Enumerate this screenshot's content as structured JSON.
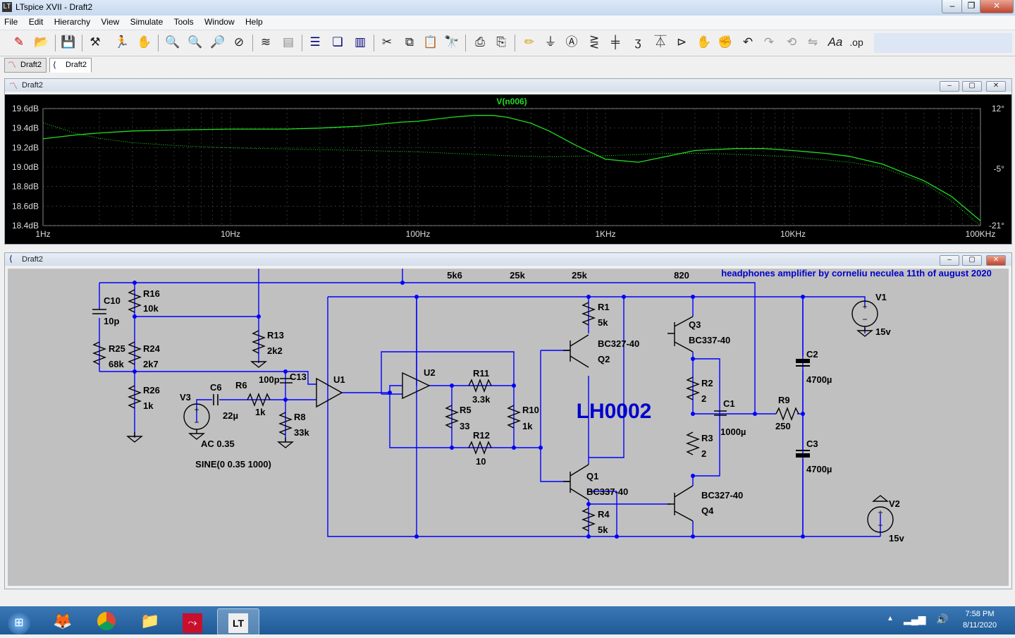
{
  "app": {
    "title": "LTspice XVII - Draft2"
  },
  "menu": [
    "File",
    "Edit",
    "Hierarchy",
    "View",
    "Simulate",
    "Tools",
    "Window",
    "Help"
  ],
  "toolbar_icons": [
    "new-schematic-icon",
    "open-icon",
    "save-icon",
    "control-panel-icon",
    "run-icon",
    "halt-icon",
    "zoom-in-icon",
    "zoom-full-icon",
    "zoom-out-icon",
    "zoom-cancel-icon",
    "autorange-icon",
    "plot-icon",
    "tile-horizontal-icon",
    "cascade-icon",
    "tile-vertical-icon",
    "cut-icon",
    "copy-icon",
    "paste-icon",
    "find-icon",
    "print-icon",
    "print-preview-icon",
    "wire-icon",
    "ground-icon",
    "label-net-icon",
    "resistor-icon",
    "capacitor-icon",
    "inductor-icon",
    "diode-icon",
    "component-icon",
    "move-icon",
    "drag-icon",
    "undo-icon",
    "redo-icon",
    "rotate-icon",
    "mirror-icon",
    "text-icon",
    "spice-directive-icon"
  ],
  "tabs": [
    {
      "label": "Draft2",
      "kind": "waveform"
    },
    {
      "label": "Draft2",
      "kind": "schematic"
    }
  ],
  "plot_window": {
    "title": "Draft2",
    "trace_label": "V(n006)",
    "trace_color": "#22dd22",
    "bg_color": "#000000"
  },
  "chart_data": {
    "type": "line",
    "title": "",
    "trace": "V(n006)",
    "x_scale": "log",
    "xlim": [
      1,
      100000
    ],
    "x_ticks": [
      "1Hz",
      "10Hz",
      "100Hz",
      "1KHz",
      "10KHz",
      "100KHz"
    ],
    "x_tick_values": [
      1,
      10,
      100,
      1000,
      10000,
      100000
    ],
    "y_left_ticks": [
      "19.6dB",
      "19.4dB",
      "19.2dB",
      "19.0dB",
      "18.8dB",
      "18.6dB",
      "18.4dB"
    ],
    "y_left_tick_values": [
      19.6,
      19.4,
      19.2,
      19.0,
      18.8,
      18.6,
      18.4
    ],
    "ylim_left": [
      18.4,
      19.6
    ],
    "y_right_ticks": [
      "12°",
      "-5°",
      "-21°"
    ],
    "y_right_tick_values": [
      12,
      -5,
      -21
    ],
    "ylim_right": [
      -21,
      12
    ],
    "grid": true,
    "series": [
      {
        "name": "magnitude",
        "axis": "left",
        "style": "solid",
        "x": [
          1,
          1.5,
          2,
          3,
          5,
          10,
          20,
          30,
          50,
          80,
          100,
          150,
          200,
          250,
          300,
          400,
          500,
          700,
          1000,
          1500,
          2000,
          3000,
          5000,
          7000,
          10000,
          15000,
          20000,
          30000,
          50000,
          70000,
          100000
        ],
        "y": [
          19.29,
          19.33,
          19.35,
          19.37,
          19.38,
          19.39,
          19.39,
          19.4,
          19.42,
          19.46,
          19.47,
          19.51,
          19.53,
          19.53,
          19.51,
          19.45,
          19.37,
          19.22,
          19.08,
          19.05,
          19.1,
          19.17,
          19.19,
          19.19,
          19.17,
          19.14,
          19.11,
          19.03,
          18.86,
          18.7,
          18.45
        ]
      },
      {
        "name": "phase",
        "axis": "right",
        "style": "dotted",
        "x": [
          1,
          1.5,
          2,
          3,
          5,
          10,
          20,
          50,
          100,
          200,
          300,
          500,
          1000,
          2000,
          3000,
          5000,
          10000,
          20000,
          30000,
          50000,
          70000,
          100000
        ],
        "y": [
          8.0,
          5.0,
          3.6,
          2.4,
          1.6,
          0.9,
          0.6,
          0.2,
          -0.2,
          -0.9,
          -1.3,
          -1.6,
          -1.3,
          -0.7,
          -0.6,
          -0.9,
          -1.6,
          -3.1,
          -4.6,
          -9.0,
          -14.0,
          -21.0
        ]
      }
    ]
  },
  "schematic_window": {
    "title": "Draft2",
    "heading": "headphones amplifier by corneliu neculea 11th of august 2020",
    "big_label": "LH0002",
    "top_values": [
      "5k6",
      "25k",
      "25k",
      "820"
    ],
    "components": [
      {
        "ref": "C10",
        "value": "10p"
      },
      {
        "ref": "R16",
        "value": "10k"
      },
      {
        "ref": "R25",
        "value": "68k"
      },
      {
        "ref": "R24",
        "value": "2k7"
      },
      {
        "ref": "R13",
        "value": "2k2"
      },
      {
        "ref": "R26",
        "value": "1k"
      },
      {
        "ref": "V3",
        "value": "AC 0.35"
      },
      {
        "ref": "C6",
        "value": "22µ"
      },
      {
        "ref": "R6",
        "value": "1k"
      },
      {
        "ref": "C13",
        "value": "100p"
      },
      {
        "ref": "R8",
        "value": "33k"
      },
      {
        "ref": "U1",
        "value": ""
      },
      {
        "ref": "U2",
        "value": ""
      },
      {
        "ref": "R11",
        "value": "3.3k"
      },
      {
        "ref": "R5",
        "value": "33"
      },
      {
        "ref": "R10",
        "value": "1k"
      },
      {
        "ref": "R12",
        "value": "10"
      },
      {
        "ref": "R1",
        "value": "5k"
      },
      {
        "ref": "Q2",
        "value": "BC327-40"
      },
      {
        "ref": "Q1",
        "value": "BC337-40"
      },
      {
        "ref": "R4",
        "value": "5k"
      },
      {
        "ref": "Q3",
        "value": "BC337-40"
      },
      {
        "ref": "R2",
        "value": "2"
      },
      {
        "ref": "C1",
        "value": "1000µ"
      },
      {
        "ref": "R3",
        "value": "2"
      },
      {
        "ref": "Q4",
        "value": "BC327-40"
      },
      {
        "ref": "R9",
        "value": "250"
      },
      {
        "ref": "C2",
        "value": "4700µ"
      },
      {
        "ref": "C3",
        "value": "4700µ"
      },
      {
        "ref": "V1",
        "value": "15v"
      },
      {
        "ref": "V2",
        "value": "15v"
      }
    ],
    "source_directive": "SINE(0 0.35 1000)"
  },
  "taskbar": {
    "apps": [
      "start-orb",
      "firefox",
      "chrome",
      "file-explorer",
      "adobe-reader",
      "ltspice"
    ],
    "clock_time": "7:58 PM",
    "clock_date": "8/11/2020"
  },
  "colors": {
    "schematic_bg": "#c0c0c0",
    "wire": "#0000ff",
    "text_blue": "#0000cc",
    "plot_green": "#22dd22"
  }
}
